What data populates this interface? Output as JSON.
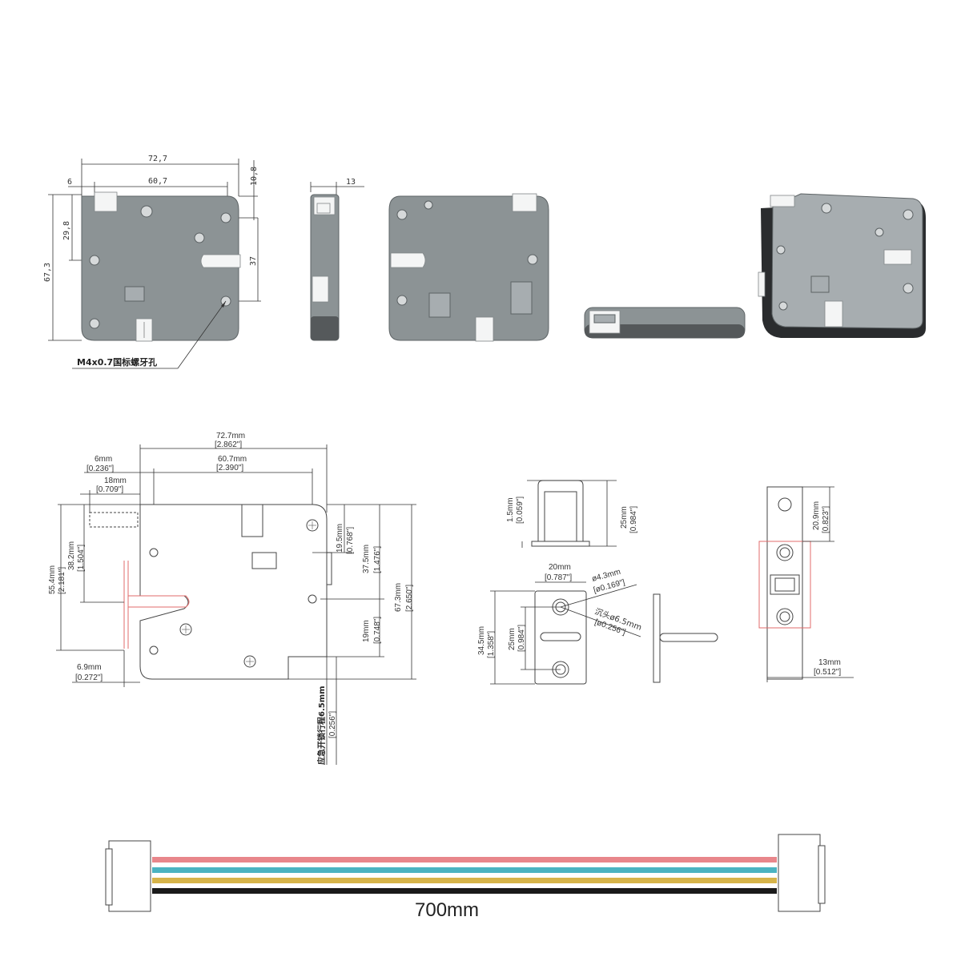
{
  "top_views": {
    "dim_overall_width": "72,7",
    "dim_left_offset": "6",
    "dim_hole_spacing": "60,7",
    "dim_top_right": "10,8",
    "dim_overall_height": "67,3",
    "dim_hole_height": "29,8",
    "dim_right_height": "37",
    "dim_thickness": "13",
    "callout": "M4x0.7国标螺牙孔"
  },
  "front_drawing": {
    "width_mm": "72.7mm",
    "width_in": "[2.862\"]",
    "offset_mm": "6mm",
    "offset_in": "[0.236\"]",
    "hole_span_mm": "60.7mm",
    "hole_span_in": "[2.390\"]",
    "bolt_mm": "18mm",
    "bolt_in": "[0.709\"]",
    "h1_mm": "19.5mm",
    "h1_in": "[0.768\"]",
    "h2_mm": "37.5mm",
    "h2_in": "[1.476\"]",
    "h3_mm": "67.3mm",
    "h3_in": "[2.650\"]",
    "h4_mm": "19mm",
    "h4_in": "[0.748\"]",
    "l1_mm": "55.4mm",
    "l1_in": "[2.181\"]",
    "l2_mm": "38.2mm",
    "l2_in": "[1.504\"]",
    "bottom_mm": "6.9mm",
    "bottom_in": "[0.272\"]",
    "emergency_label": "应急开锁行程6.5mm",
    "emergency_in": "[0.256\"]"
  },
  "strike_plate": {
    "h_mm": "1.5mm",
    "h_in": "[0.059\"]",
    "total_mm": "25mm",
    "total_in": "[0.984\"]",
    "width_mm": "20mm",
    "width_in": "[0.787\"]",
    "hole_mm": "ø4.3mm",
    "hole_in": "[ø0.169\"]",
    "csk_mm": "沉头ø6.5mm",
    "csk_in": "[ø0.256\"]",
    "height_mm": "34.5mm",
    "height_in": "[1.358\"]",
    "spacing_mm": "25mm",
    "spacing_in": "[0.984\"]"
  },
  "side_drawing": {
    "top_mm": "20.9mm",
    "top_in": "[0.823\"]",
    "width_mm": "13mm",
    "width_in": "[0.512\"]"
  },
  "cable": {
    "length": "700mm",
    "wire_colors": [
      "#e8868b",
      "#4bb3c1",
      "#d6b44a",
      "#1a1a1a"
    ]
  }
}
